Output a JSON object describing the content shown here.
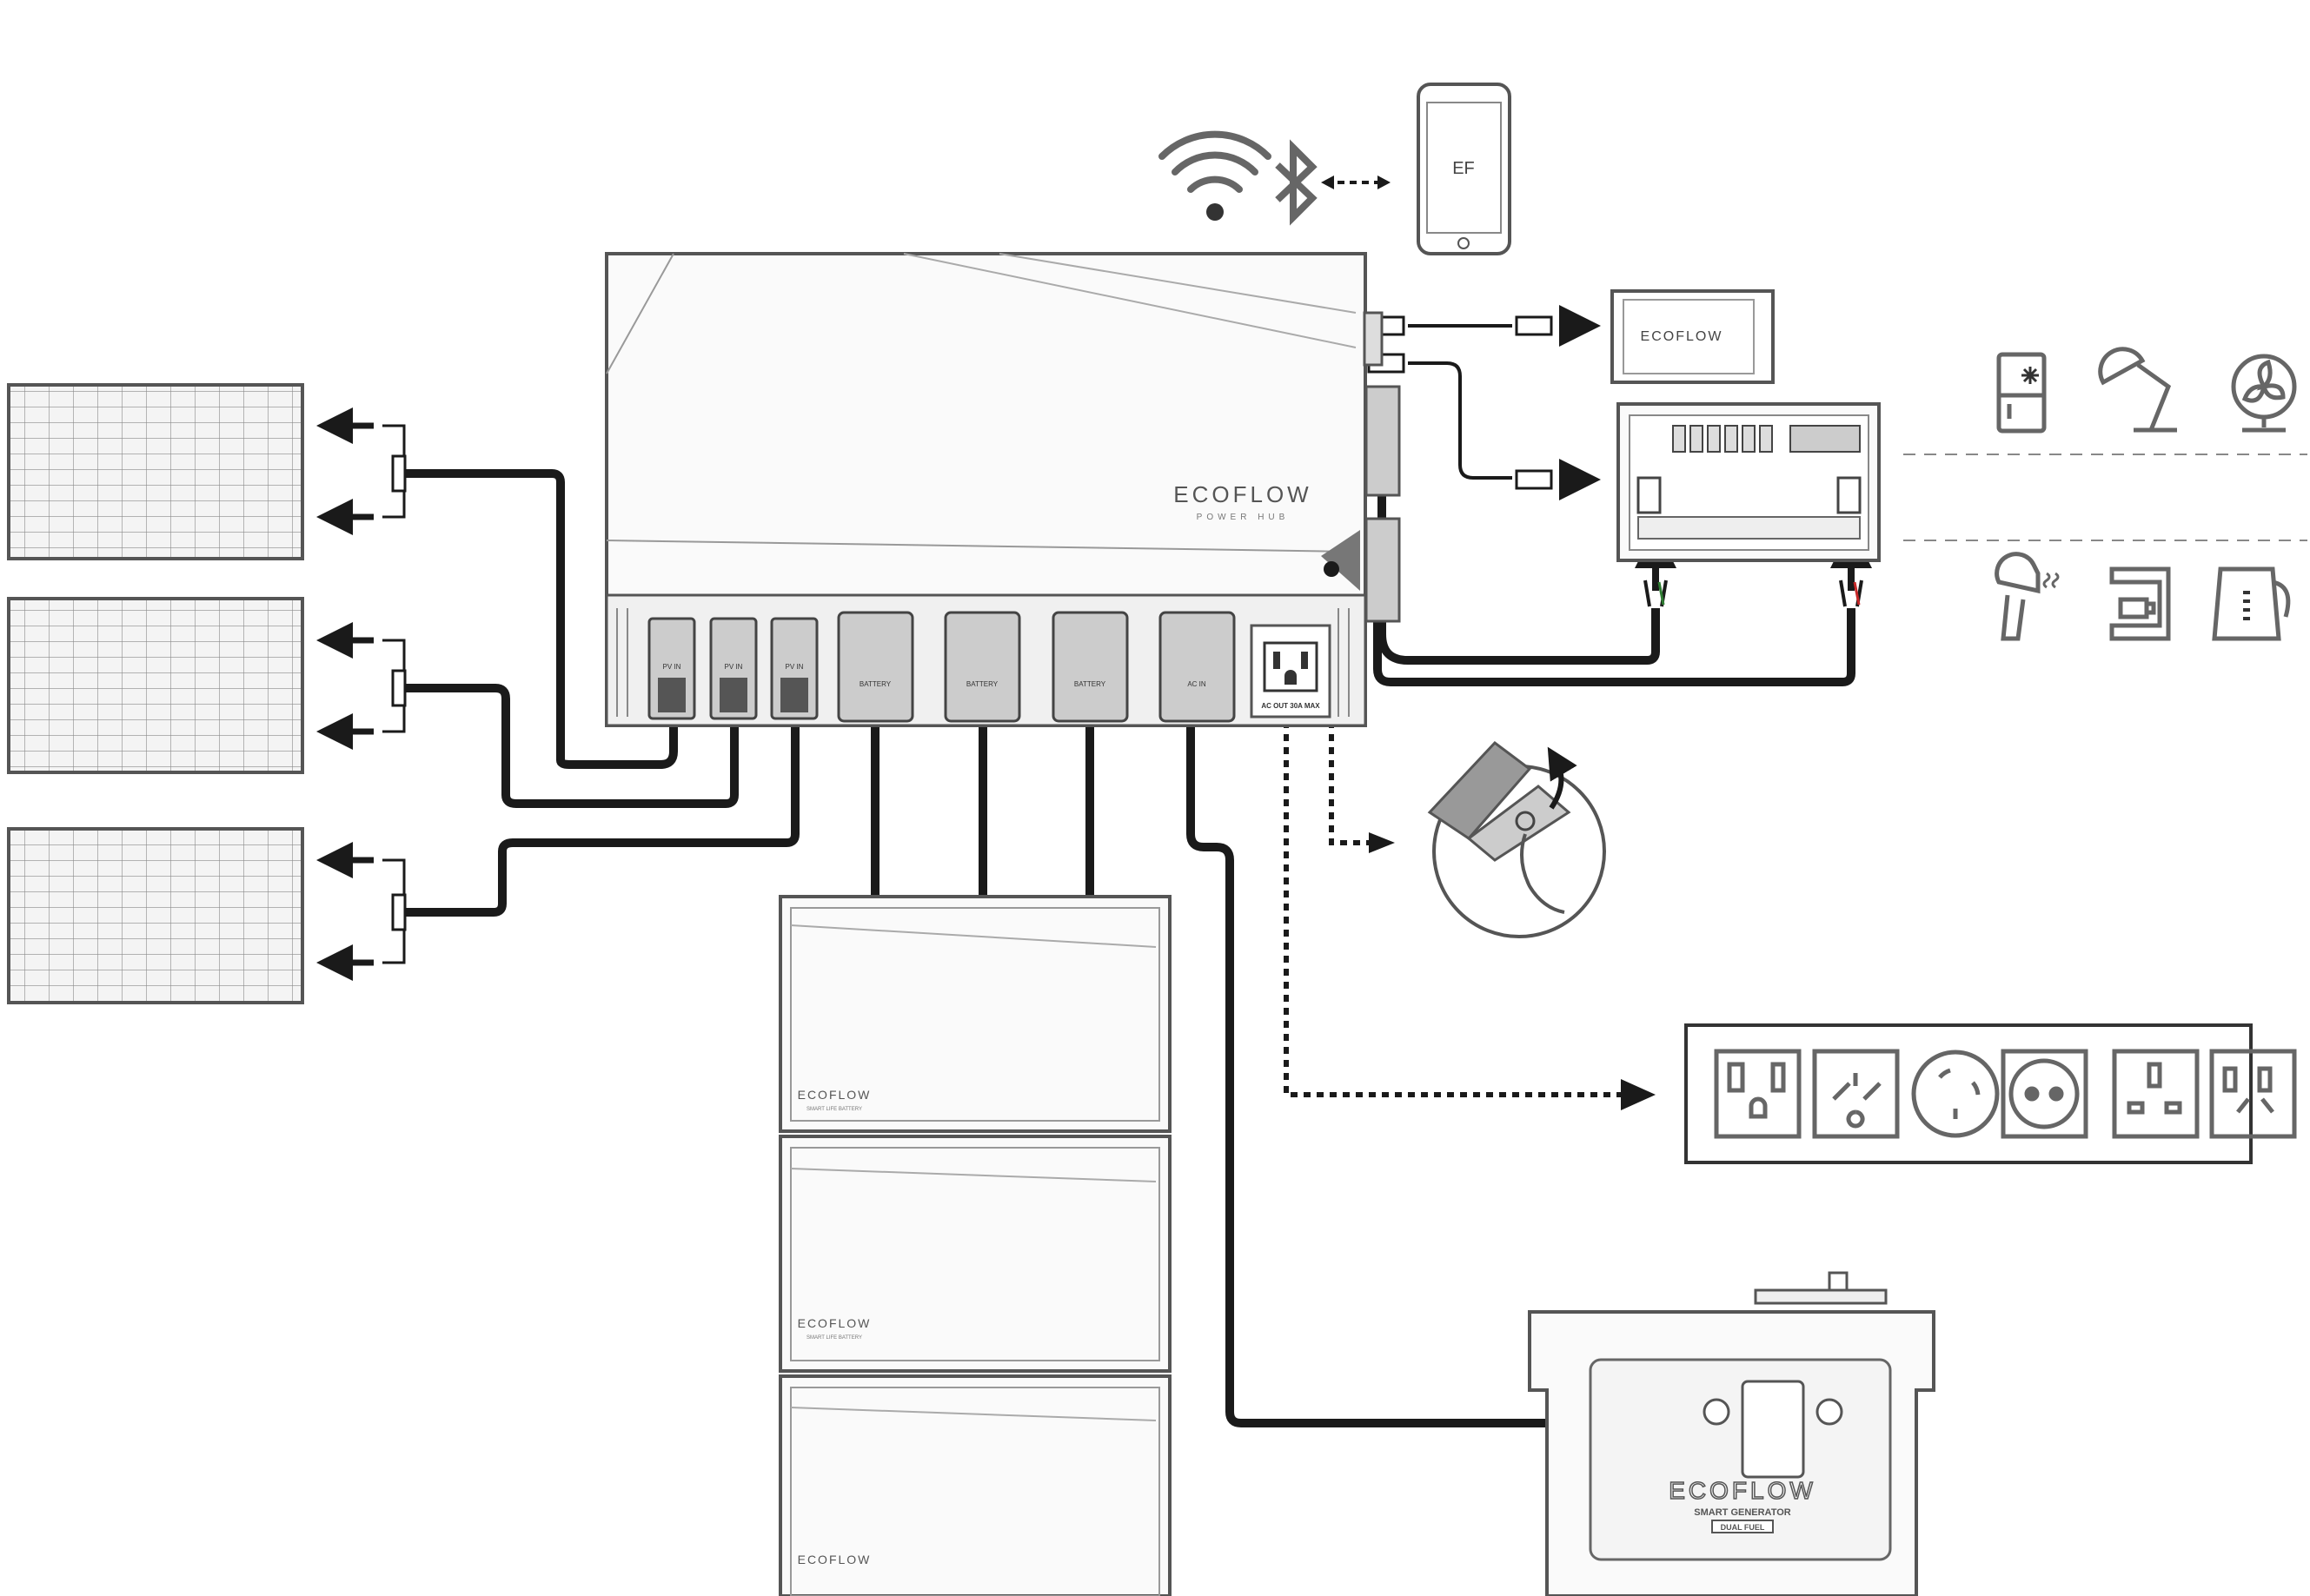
{
  "brand": {
    "hub_logo": "ECOFLOW",
    "hub_subtitle": "POWER HUB",
    "display_logo": "ECOFLOW",
    "battery_logo": "ECOFLOW",
    "battery_subtitle": "SMART LIFE BATTERY",
    "generator_logo": "ECOFLOW",
    "generator_subtitle": "SMART GENERATOR",
    "generator_badge": "DUAL FUEL",
    "phone_logo": "EF"
  },
  "hub_ports": {
    "pv": [
      "PV IN",
      "PV IN",
      "PV IN"
    ],
    "battery": [
      "BATTERY",
      "BATTERY",
      "BATTERY"
    ],
    "ac_in": "AC IN",
    "ac_out": "AC OUT 30A MAX"
  },
  "colors": {
    "line": "#1a1a1a",
    "outline": "#666666",
    "panel_fill": "#f2f2f2",
    "device_fill": "#fafafa",
    "accent_green": "#2e7d32",
    "accent_red": "#c62828"
  },
  "icons": {
    "wireless": [
      "wifi-icon",
      "bluetooth-icon"
    ],
    "appliances_top": [
      "refrigerator-icon",
      "desk-lamp-icon",
      "fan-icon"
    ],
    "appliances_bottom": [
      "hair-dryer-icon",
      "coffee-maker-icon",
      "kettle-icon"
    ],
    "outlets": [
      "nema-outlet-icon",
      "universal-outlet-icon",
      "twist-lock-outlet-icon",
      "schuko-outlet-icon",
      "uk-outlet-icon",
      "au-cn-outlet-icon"
    ]
  }
}
